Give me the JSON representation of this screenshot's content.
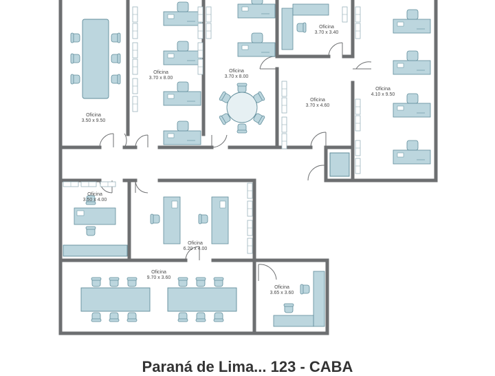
{
  "plan": {
    "wall_color": "#6d6f71",
    "furniture_fill": "#bcd6de",
    "furniture_stroke": "#5f8c9a",
    "rooms": [
      {
        "id": "office-1",
        "name": "Oficina",
        "size": "3.50 x 9.50"
      },
      {
        "id": "office-2",
        "name": "Oficina",
        "size": "3.70 x 8.00"
      },
      {
        "id": "office-3",
        "name": "Oficina",
        "size": "3.70 x 8.00"
      },
      {
        "id": "office-4",
        "name": "Oficina",
        "size": "3.70 x 3.40"
      },
      {
        "id": "office-5",
        "name": "Oficina",
        "size": "3.70 x 4.60"
      },
      {
        "id": "office-6",
        "name": "Oficina",
        "size": "4.10 x 9.50"
      },
      {
        "id": "office-7",
        "name": "Oficina",
        "size": "3.50 x 4.00"
      },
      {
        "id": "office-8",
        "name": "Oficina",
        "size": "6.20 x 4.00"
      },
      {
        "id": "office-9",
        "name": "Oficina",
        "size": "9.70 x 3.60"
      },
      {
        "id": "office-10",
        "name": "Oficina",
        "size": "3.65 x 3.60"
      }
    ]
  },
  "caption": "Paraná de Lima... 123 - CABA"
}
